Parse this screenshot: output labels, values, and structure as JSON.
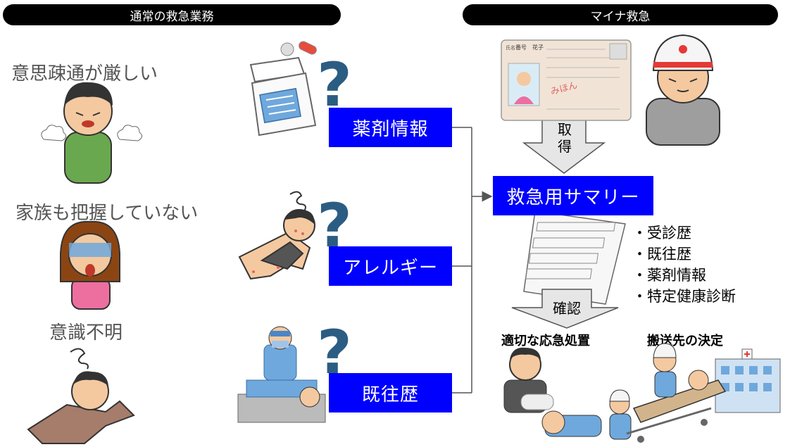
{
  "headers": {
    "left": "通常の救急業務",
    "right": "マイナ救急"
  },
  "left_issues": [
    "意思疎通が厳しい",
    "家族も把握していない",
    "意識不明"
  ],
  "blue_boxes": [
    "薬剤情報",
    "アレルギー",
    "既往歴"
  ],
  "summary_box": "救急用サマリー",
  "arrow_acquire": [
    "取",
    "得"
  ],
  "arrow_confirm": "確認",
  "summary_items": [
    "・受診歴",
    "・既往歴",
    "・薬剤情報",
    "・特定健康診断"
  ],
  "outcomes": [
    "適切な応急処置",
    "搬送先の決定"
  ],
  "card": {
    "name_label": "氏名",
    "name_value": "番号　花子",
    "stamp": "みほん"
  },
  "colors": {
    "box_blue": "#0000ff",
    "header_black": "#000000",
    "label_gray": "#555555"
  }
}
